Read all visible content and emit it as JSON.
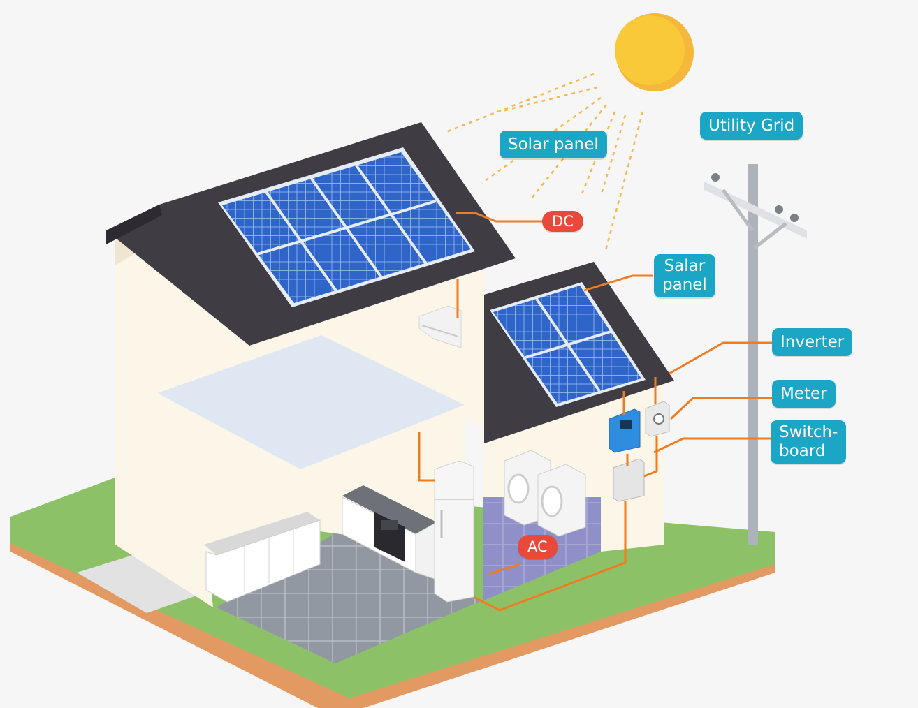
{
  "labels": {
    "solar_panel_main": "Solar panel",
    "utility_grid": "Utility Grid",
    "dc": "DC",
    "solar_panel_secondary_line1": "Salar",
    "solar_panel_secondary_line2": "panel",
    "inverter": "Inverter",
    "meter": "Meter",
    "switchboard_line1": "Switch-",
    "switchboard_line2": "board",
    "ac": "AC"
  },
  "icons": [
    "sun-icon",
    "utility-pole-icon",
    "solar-panel-icon",
    "inverter-icon",
    "meter-icon",
    "switchboard-icon",
    "washing-machine-icon",
    "fridge-icon",
    "oven-icon",
    "air-conditioner-icon"
  ],
  "colors": {
    "label_bg": "#1aa6c4",
    "current_pill_bg": "#e8493a",
    "wire": "#f07c22",
    "sun": "#f9c93a",
    "sun_ray": "#f6b94c",
    "roof": "#3f3c44",
    "panel": "#2f64c9",
    "panel_frame": "#e6ecf6",
    "wall": "#fcf6e8",
    "grass": "#8dc167",
    "soil": "#e39a62",
    "kitchen_floor": "#9298a1",
    "laundry_floor": "#8f90c8",
    "pole": "#aeb2b9"
  }
}
